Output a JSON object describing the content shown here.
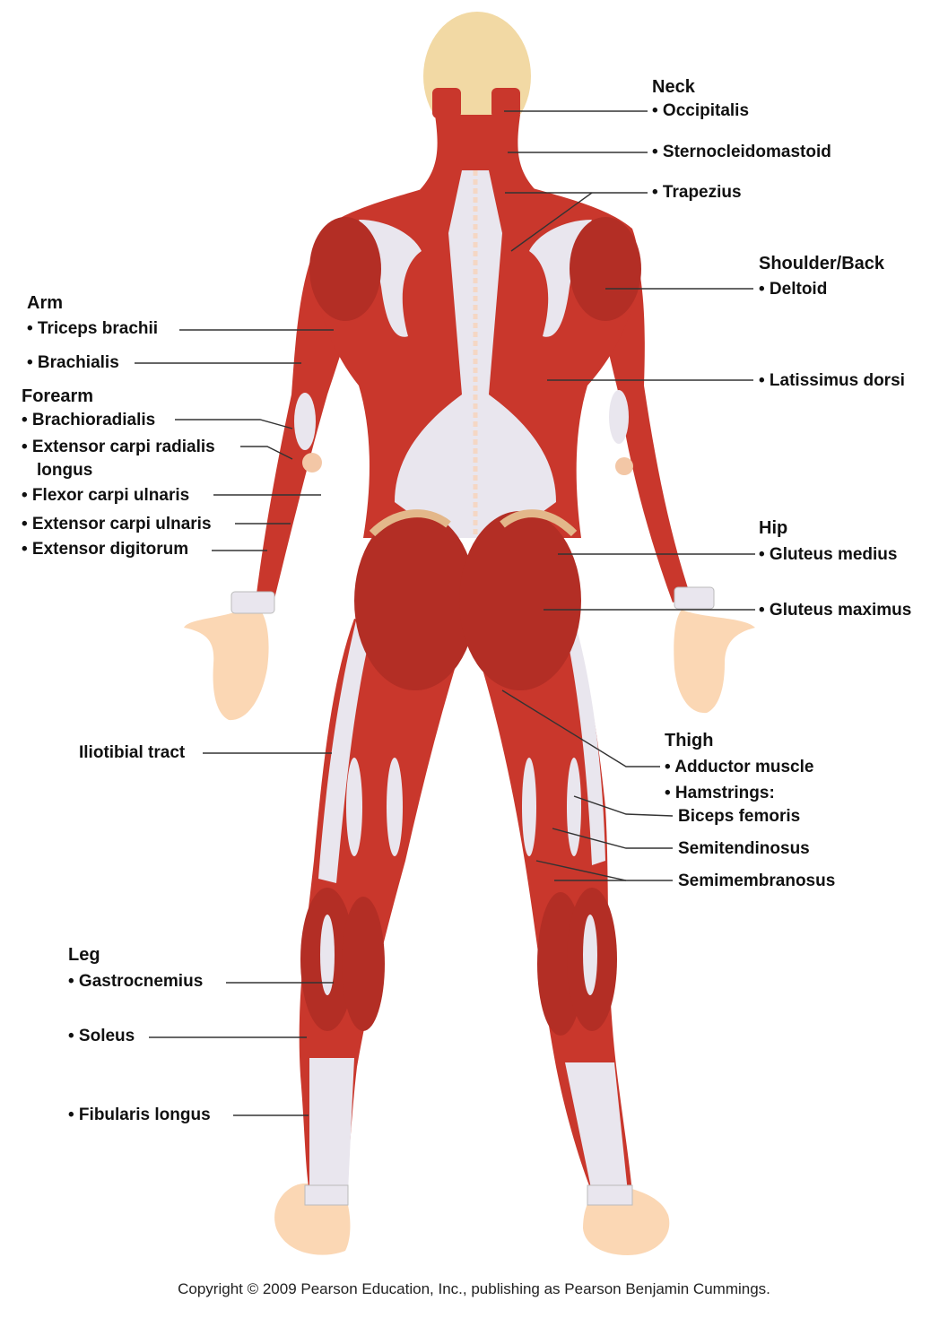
{
  "colors": {
    "muscle": "#c9372c",
    "muscle_dark": "#a82a22",
    "tendon": "#e9e6ee",
    "skin": "#fbd7b4",
    "skull": "#f2d9a4",
    "leader": "#333333"
  },
  "groups": {
    "neck": "Neck",
    "shoulder_back": "Shoulder/Back",
    "arm": "Arm",
    "forearm": "Forearm",
    "hip": "Hip",
    "thigh": "Thigh",
    "leg": "Leg"
  },
  "labels": {
    "occipitalis": "• Occipitalis",
    "sternocleidomastoid": "• Sternocleidomastoid",
    "trapezius": "• Trapezius",
    "deltoid": "• Deltoid",
    "latissimus_dorsi": "• Latissimus dorsi",
    "triceps_brachii": "• Triceps brachii",
    "brachialis": "• Brachialis",
    "brachioradialis": "• Brachioradialis",
    "extensor_carpi_radialis": "• Extensor carpi radialis",
    "extensor_carpi_radialis_2": "longus",
    "flexor_carpi_ulnaris": "• Flexor carpi ulnaris",
    "extensor_carpi_ulnaris": "• Extensor carpi ulnaris",
    "extensor_digitorum": "• Extensor digitorum",
    "gluteus_medius": "• Gluteus medius",
    "gluteus_maximus": "• Gluteus maximus",
    "iliotibial_tract": "Iliotibial tract",
    "adductor_muscle": "• Adductor muscle",
    "hamstrings": "• Hamstrings:",
    "biceps_femoris": "Biceps femoris",
    "semitendinosus": "Semitendinosus",
    "semimembranosus": "Semimembranosus",
    "gastrocnemius": "• Gastrocnemius",
    "soleus": "• Soleus",
    "fibularis_longus": "• Fibularis longus"
  },
  "copyright": "Copyright © 2009 Pearson Education, Inc., publishing as Pearson Benjamin Cummings."
}
